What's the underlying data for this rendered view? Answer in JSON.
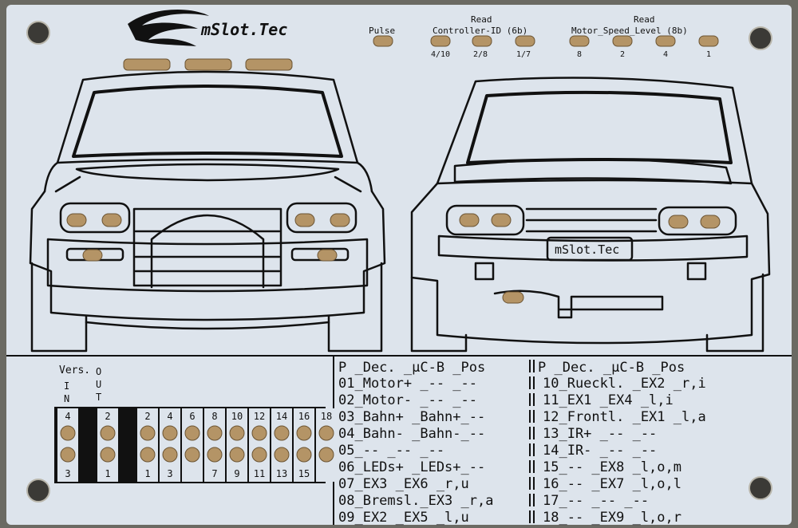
{
  "logo": {
    "text": "mSlot.Tec"
  },
  "header": {
    "pulse_label": "Pulse",
    "controller_label_top": "Read",
    "controller_label": "Controller-ID (6b)",
    "controller_positions": [
      "4/10",
      "2/8",
      "1/7"
    ],
    "speed_label_top": "Read",
    "speed_label": "Motor_Speed_Level (8b)",
    "speed_positions": [
      "8",
      "2",
      "4",
      "1"
    ]
  },
  "plate": {
    "text": "mSlot.Tec"
  },
  "connector": {
    "vers_label": "Vers.",
    "in_label": [
      "I",
      "N"
    ],
    "out_label": [
      "O",
      "U",
      "T"
    ],
    "top_numbers": [
      "4",
      "2",
      "2",
      "4",
      "6",
      "8",
      "10",
      "12",
      "14",
      "16",
      "18"
    ],
    "bottom_numbers": [
      "3",
      "1",
      "1",
      "3",
      "",
      "7",
      "9",
      "11",
      "13",
      "15",
      ""
    ]
  },
  "pin_table": {
    "header_left": "P _Dec.   _μC-B  _Pos",
    "header_right": "P _Dec.    _μC-B _Pos",
    "left_rows": [
      "01_Motor+ _--     _--",
      "02_Motor- _--     _--",
      "03_Bahn+  _Bahn+_--",
      "04_Bahn-  _Bahn-_--",
      "05_--     _--     _--",
      "06_LEDs+  _LEDs+_--",
      "07_EX3    _EX6    _r,u",
      "08_Bremsl._EX3    _r,a",
      "09_EX2    _EX5    _l,u"
    ],
    "right_rows": [
      "10_Rueckl. _EX2  _r,i",
      "11_EX1     _EX4  _l,i",
      "12_Frontl. _EX1  _l,a",
      "13_IR+     _--   _--",
      "14_IR-     _--   _--",
      "15_--      _EX8  _l,o,m",
      "16_--      _EX7  _l,o,l",
      "17_--      _--   _--",
      "18_--      _EX9  _l,o,r"
    ]
  },
  "colors": {
    "board": "#dde4ec",
    "ink": "#111111",
    "pad": "#b49466"
  }
}
